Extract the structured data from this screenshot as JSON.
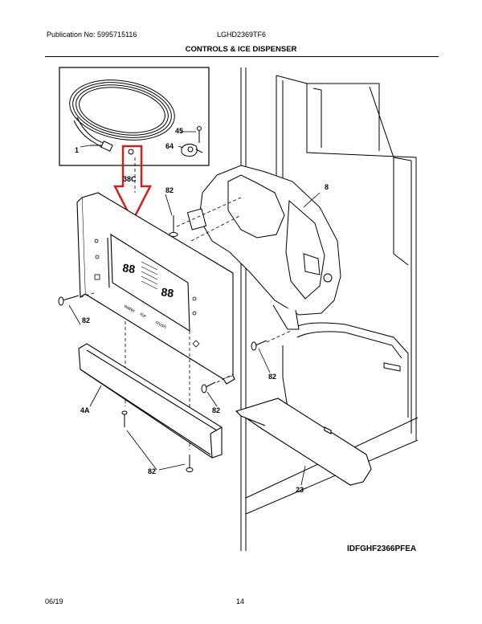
{
  "header": {
    "publication": "Publication No: 5995715116",
    "model": "LGHD2369TF6",
    "title": "CONTROLS & ICE DISPENSER"
  },
  "callouts": {
    "c1": "1",
    "c45": "45",
    "c64": "64",
    "c38c": "38C",
    "c82a": "82",
    "c8": "8",
    "c82b": "82",
    "c82c": "82",
    "c82d": "82",
    "c4a": "4A",
    "c82e": "82",
    "c23": "23"
  },
  "panel": {
    "d1": "88",
    "d2": "88",
    "btn_water": "water",
    "btn_ice": "ice",
    "btn_crush": "crush"
  },
  "footer": {
    "code": "IDFGHF2366PFEA",
    "date": "06/19",
    "page": "14"
  },
  "colors": {
    "arrow": "#d0201c",
    "line": "#000000"
  }
}
